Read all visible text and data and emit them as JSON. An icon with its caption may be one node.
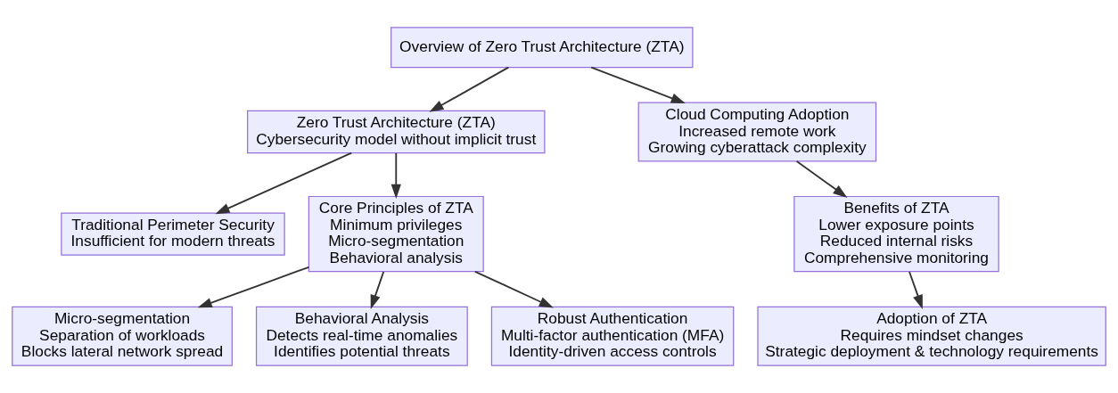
{
  "diagram": {
    "nodes": [
      {
        "text": [
          "Overview of Zero Trust Architecture (ZTA)"
        ]
      },
      {
        "text": [
          "Zero Trust Architecture (ZTA)",
          "Cybersecurity model without implicit trust"
        ]
      },
      {
        "text": [
          "Traditional Perimeter Security",
          "Insufficient for modern threats"
        ]
      },
      {
        "text": [
          "Core Principles of ZTA",
          "Minimum privileges",
          "Micro-segmentation",
          "Behavioral analysis"
        ]
      },
      {
        "text": [
          "Micro-segmentation",
          "Separation of workloads",
          "Blocks lateral network spread"
        ]
      },
      {
        "text": [
          "Behavioral Analysis",
          "Detects real-time anomalies",
          "Identifies potential threats"
        ]
      },
      {
        "text": [
          "Robust Authentication",
          "Multi-factor authentication (MFA)",
          "Identity-driven access controls"
        ]
      },
      {
        "text": [
          "Cloud Computing Adoption",
          "Increased remote work",
          "Growing cyberattack complexity"
        ]
      },
      {
        "text": [
          "Benefits of ZTA",
          "Lower exposure points",
          "Reduced internal risks",
          "Comprehensive monitoring"
        ]
      },
      {
        "text": [
          "Adoption of ZTA",
          "Requires mindset changes",
          "Strategic deployment & technology requirements"
        ]
      }
    ],
    "edges": [
      {
        "from": 0,
        "to": 1,
        "arrow": "to"
      },
      {
        "from": 0,
        "to": 7,
        "arrow": "to"
      },
      {
        "from": 1,
        "to": 2,
        "arrow": "to"
      },
      {
        "from": 1,
        "to": 3,
        "arrow": "to"
      },
      {
        "from": 3,
        "to": 4,
        "arrow": "to"
      },
      {
        "from": 3,
        "to": 5,
        "arrow": "to"
      },
      {
        "from": 3,
        "to": 6,
        "arrow": "to"
      },
      {
        "from": 7,
        "to": 8,
        "arrow": "to"
      },
      {
        "from": 8,
        "to": 9,
        "arrow": "to"
      }
    ]
  }
}
